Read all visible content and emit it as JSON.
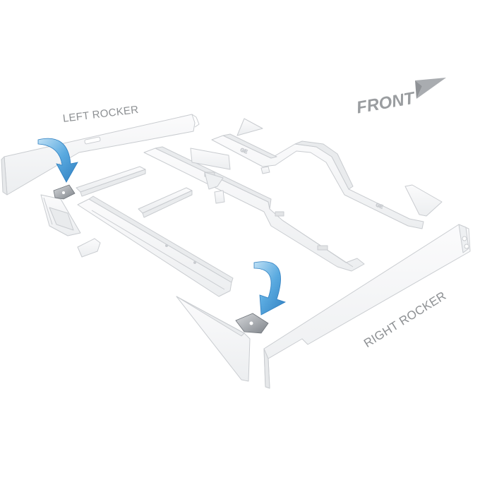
{
  "labels": {
    "left_rocker": "LEFT ROCKER",
    "right_rocker": "RIGHT ROCKER",
    "front": "FRONT"
  },
  "colors": {
    "part_fill": "#f6f7f8",
    "part_stroke": "#c9ccd0",
    "arrow_blue": "#4d9fd6",
    "bracket_gray": "#8c9096",
    "label_gray": "#8d9093"
  },
  "icons": {
    "front_direction": "arrow-pointer-icon",
    "install_indicator": "curved-arrow-icon"
  }
}
